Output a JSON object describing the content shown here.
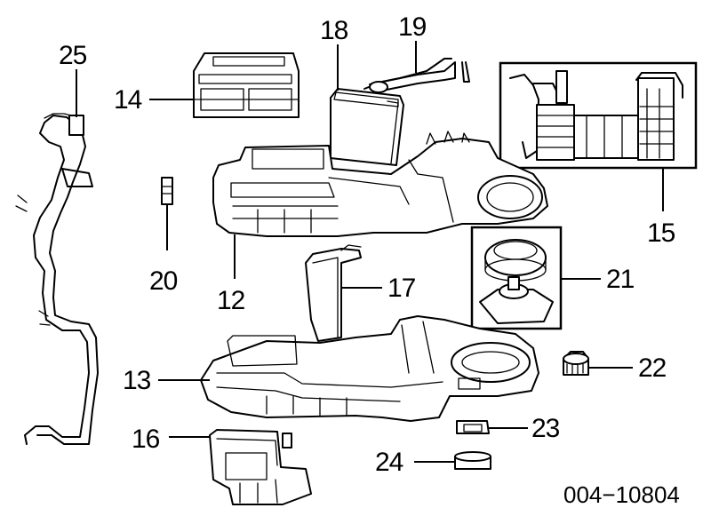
{
  "callouts": {
    "c12": "12",
    "c13": "13",
    "c14": "14",
    "c15": "15",
    "c16": "16",
    "c17": "17",
    "c18": "18",
    "c19": "19",
    "c20": "20",
    "c21": "21",
    "c22": "22",
    "c23": "23",
    "c24": "24",
    "c25": "25"
  },
  "diagram_code": "004−10804"
}
